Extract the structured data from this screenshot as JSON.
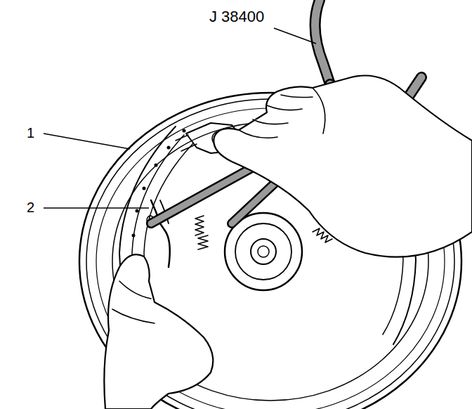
{
  "diagram": {
    "labels": [
      "J 38400",
      "1",
      "2"
    ]
  }
}
